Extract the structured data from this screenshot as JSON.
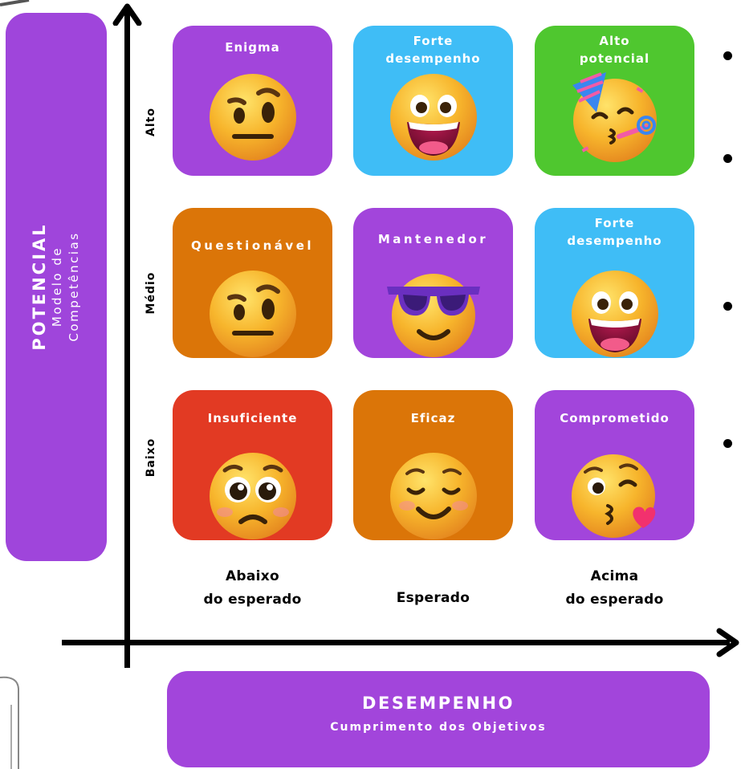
{
  "y_axis": {
    "title": "POTENCIAL",
    "subtitle_line1": "Modelo de",
    "subtitle_line2": "Competências",
    "row_labels": [
      "Alto",
      "Médio",
      "Baixo"
    ]
  },
  "x_axis": {
    "title": "DESEMPENHO",
    "subtitle": "Cumprimento dos Objetivos",
    "col_labels": [
      "Abaixo\ndo esperado",
      "Esperado",
      "Acima\ndo esperado"
    ]
  },
  "grid": {
    "high": [
      {
        "title": "Enigma",
        "color": "#a245db",
        "icon": "raised-eyebrow-face-icon"
      },
      {
        "title": "Forte\ndesempenho",
        "color": "#3fbdf6",
        "icon": "grinning-face-icon"
      },
      {
        "title": "Alto\npotencial",
        "color": "#4fc72f",
        "icon": "partying-face-icon"
      }
    ],
    "mid": [
      {
        "title": "Questionável",
        "color": "#db7508",
        "icon": "raised-eyebrow-face-icon"
      },
      {
        "title": "Mantenedor",
        "color": "#a245db",
        "icon": "sunglasses-face-icon"
      },
      {
        "title": "Forte\ndesempenho",
        "color": "#3fbdf6",
        "icon": "grinning-face-icon"
      }
    ],
    "low": [
      {
        "title": "Insuficiente",
        "color": "#e23a23",
        "icon": "pleading-face-icon"
      },
      {
        "title": "Eficaz",
        "color": "#db7508",
        "icon": "relieved-face-icon"
      },
      {
        "title": "Comprometido",
        "color": "#a245db",
        "icon": "kissing-heart-face-icon"
      }
    ]
  }
}
